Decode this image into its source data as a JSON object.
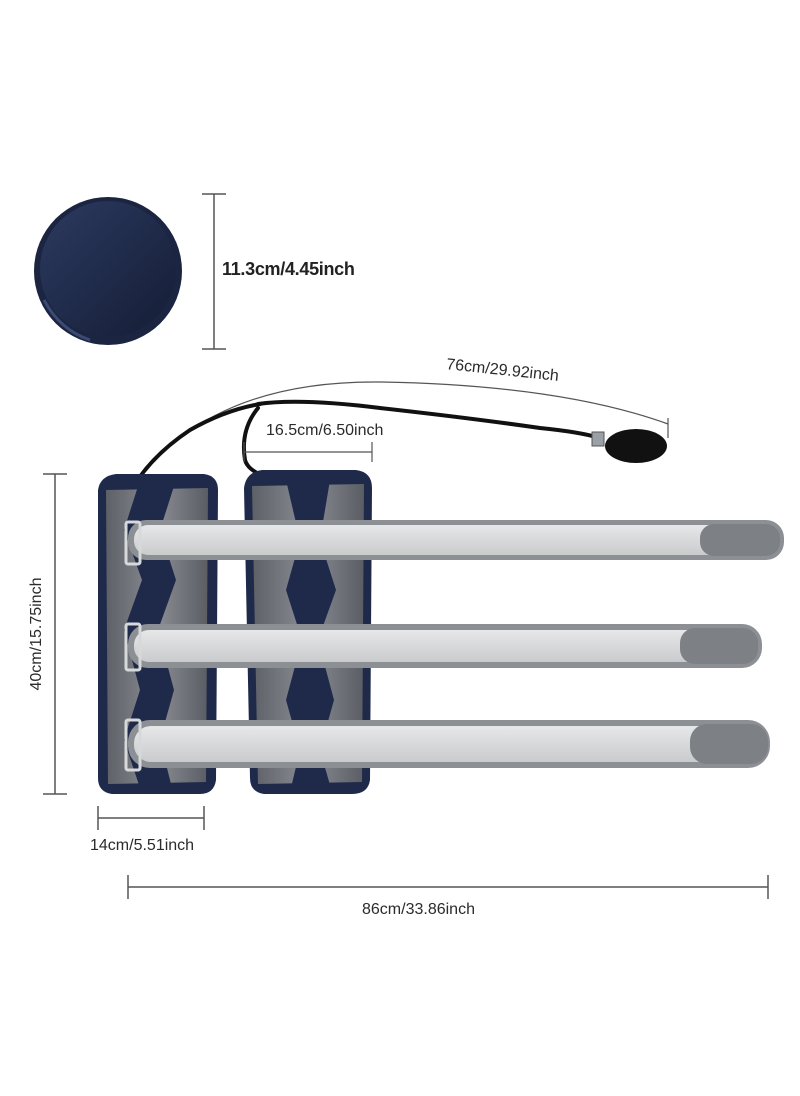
{
  "image": {
    "subject": "air-pressure limb compression splint wraps with hand pump",
    "colors": {
      "background": "#ffffff",
      "navy": "#1f2a4a",
      "shell_gray": "#6f7278",
      "strap_light": "#d8dadb",
      "strap_border": "#8f9296",
      "dimension_line": "#555555"
    }
  },
  "dimensions": {
    "pad_diameter": "11.3cm/4.45inch",
    "tube_length": "76cm/29.92inch",
    "tube_branch": "16.5cm/6.50inch",
    "splint_length": "40cm/15.75inch",
    "splint_width": "14cm/5.51inch",
    "strap_length": "86cm/33.86inch"
  }
}
